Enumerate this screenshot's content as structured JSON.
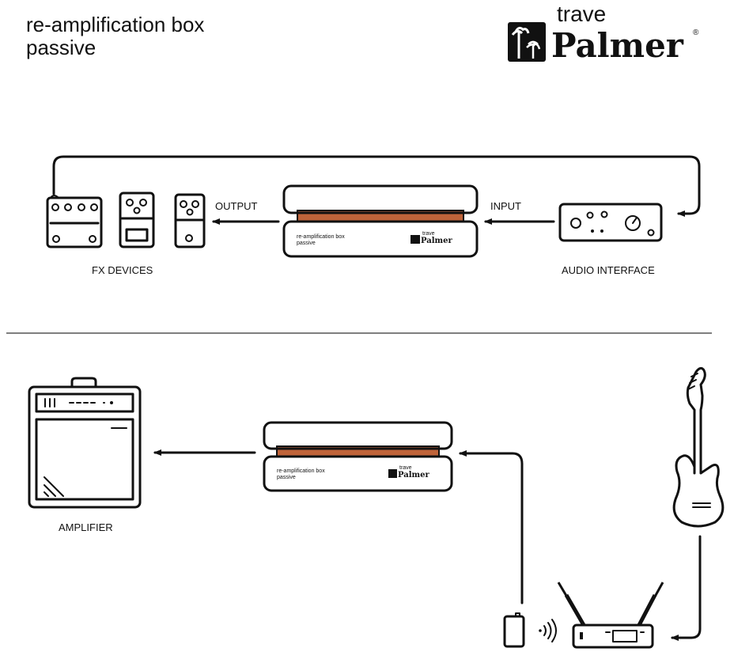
{
  "title": {
    "line1": "re-amplification box",
    "line2": "passive"
  },
  "logo": {
    "small": "trave",
    "brand": "Palmer",
    "mark": "®"
  },
  "top_setup": {
    "output_label": "OUTPUT",
    "input_label": "INPUT",
    "fx_label": "FX DEVICES",
    "interface_label": "AUDIO INTERFACE"
  },
  "bottom_setup": {
    "amp_label": "AMPLIFIER"
  },
  "device": {
    "line1": "re-amplification box",
    "line2": "passive",
    "logo_small": "trave",
    "logo_brand": "Palmer"
  },
  "colors": {
    "accent_strip": "#c0643a",
    "ink": "#111111"
  }
}
